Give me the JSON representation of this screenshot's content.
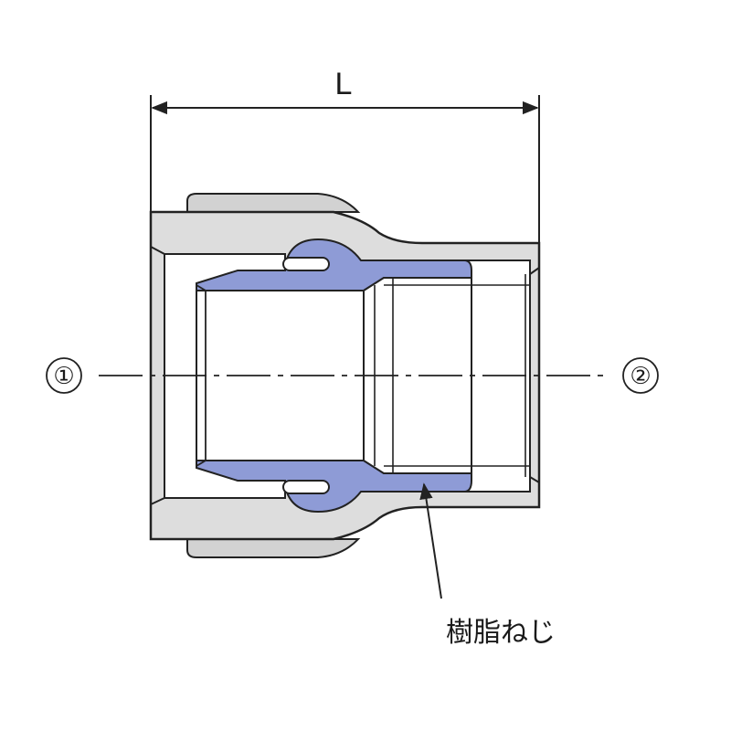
{
  "dimension": {
    "label": "L"
  },
  "ports": {
    "left": "①",
    "right": "②"
  },
  "callout": {
    "label": "樹脂ねじ"
  },
  "colors": {
    "body_fill": "#dddddd",
    "body_shadow": "#c9c9c9",
    "resin_fill": "#8e9bd6",
    "outline": "#222222",
    "background": "#ffffff"
  }
}
